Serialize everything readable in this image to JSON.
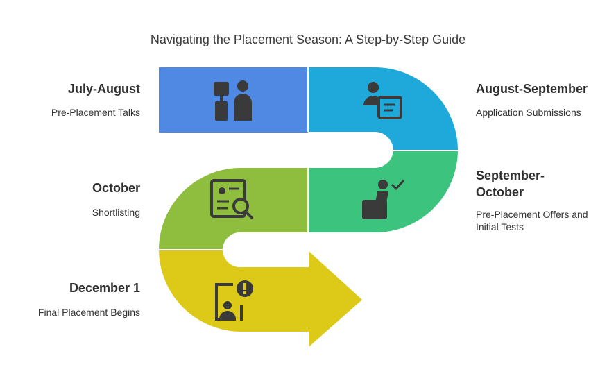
{
  "title": "Navigating the Placement Season: A Step-by-Step Guide",
  "stages": [
    {
      "period": "July-August",
      "description": "Pre-Placement Talks",
      "color": "#4f89e3",
      "icon": "presentation-icon"
    },
    {
      "period": "August-September",
      "description": "Application Submissions",
      "color": "#1fa9db",
      "icon": "application-form-icon"
    },
    {
      "period": "September-\nOctober",
      "description": "Pre-Placement Offers and\nInitial Tests",
      "color": "#3cc47f",
      "icon": "test-check-icon"
    },
    {
      "period": "October",
      "description": "Shortlisting",
      "color": "#8fbd3e",
      "icon": "resume-search-icon"
    },
    {
      "period": "December 1",
      "description": "Final Placement Begins",
      "color": "#ddc918",
      "icon": "alert-candidate-icon"
    }
  ]
}
